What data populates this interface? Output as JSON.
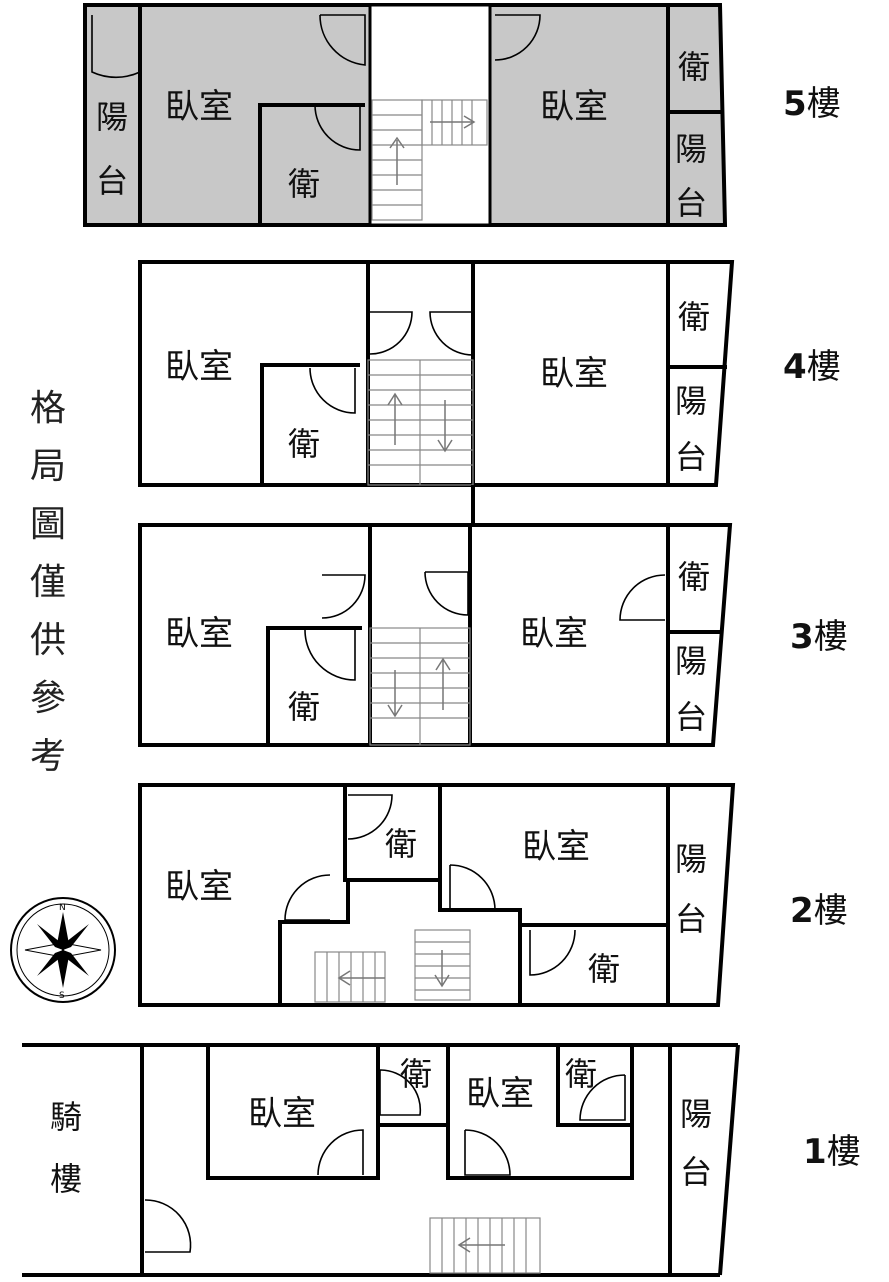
{
  "note": [
    "格",
    "局",
    "圖",
    "僅",
    "供",
    "參",
    "考"
  ],
  "floors": [
    {
      "number": "5",
      "unit": "樓"
    },
    {
      "number": "4",
      "unit": "樓"
    },
    {
      "number": "3",
      "unit": "樓"
    },
    {
      "number": "2",
      "unit": "樓"
    },
    {
      "number": "1",
      "unit": "樓"
    }
  ],
  "labels": {
    "bedroom": "臥室",
    "bath": "衛",
    "balcony": [
      "陽",
      "台"
    ],
    "arcade": [
      "騎",
      "樓"
    ]
  },
  "compass": {
    "north": "N",
    "south": "S"
  }
}
